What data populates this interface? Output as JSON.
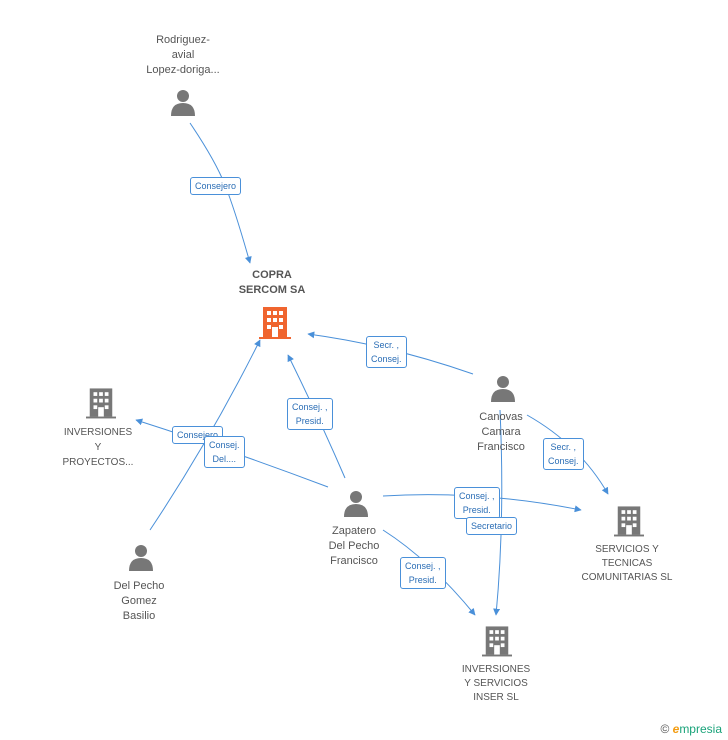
{
  "colors": {
    "edge": "#4a90d9",
    "person": "#777777",
    "company": "#777777",
    "main_company": "#f0652f"
  },
  "nodes": {
    "rodriguez": {
      "lines": [
        "Rodriguez-",
        "avial",
        "Lopez-doriga..."
      ],
      "icon": "person-icon"
    },
    "copra": {
      "lines": [
        "COPRA",
        "SERCOM SA"
      ],
      "icon": "building-icon"
    },
    "inversiones_proyectos": {
      "lines": [
        "INVERSIONES",
        "Y",
        "PROYECTOS..."
      ],
      "icon": "building-icon"
    },
    "canovas": {
      "lines": [
        "Canovas",
        "Camara",
        "Francisco"
      ],
      "icon": "person-icon"
    },
    "zapatero": {
      "lines": [
        "Zapatero",
        "Del Pecho",
        "Francisco"
      ],
      "icon": "person-icon"
    },
    "del_pecho": {
      "lines": [
        "Del Pecho",
        "Gomez",
        "Basilio"
      ],
      "icon": "person-icon"
    },
    "servicios": {
      "lines": [
        "SERVICIOS Y",
        "TECNICAS",
        "COMUNITARIAS SL"
      ],
      "icon": "building-icon"
    },
    "inversiones_servicios": {
      "lines": [
        "INVERSIONES",
        "Y SERVICIOS",
        "INSER SL"
      ],
      "icon": "building-icon"
    }
  },
  "edges": {
    "e1": [
      "Consejero"
    ],
    "e2": [
      "Secr. ,",
      "Consej."
    ],
    "e3": [
      "Consej. ,",
      "Presid."
    ],
    "e4": [
      "Consejero"
    ],
    "e5": [
      "Consej.",
      "Del...."
    ],
    "e6": [
      "Secr. ,",
      "Consej."
    ],
    "e7": [
      "Consej. ,",
      "Presid."
    ],
    "e8": [
      "Secretario"
    ],
    "e9": [
      "Consej. ,",
      "Presid."
    ]
  },
  "footer": {
    "copyright": "©",
    "brand_initial": "e",
    "brand_rest": "mpresia"
  }
}
